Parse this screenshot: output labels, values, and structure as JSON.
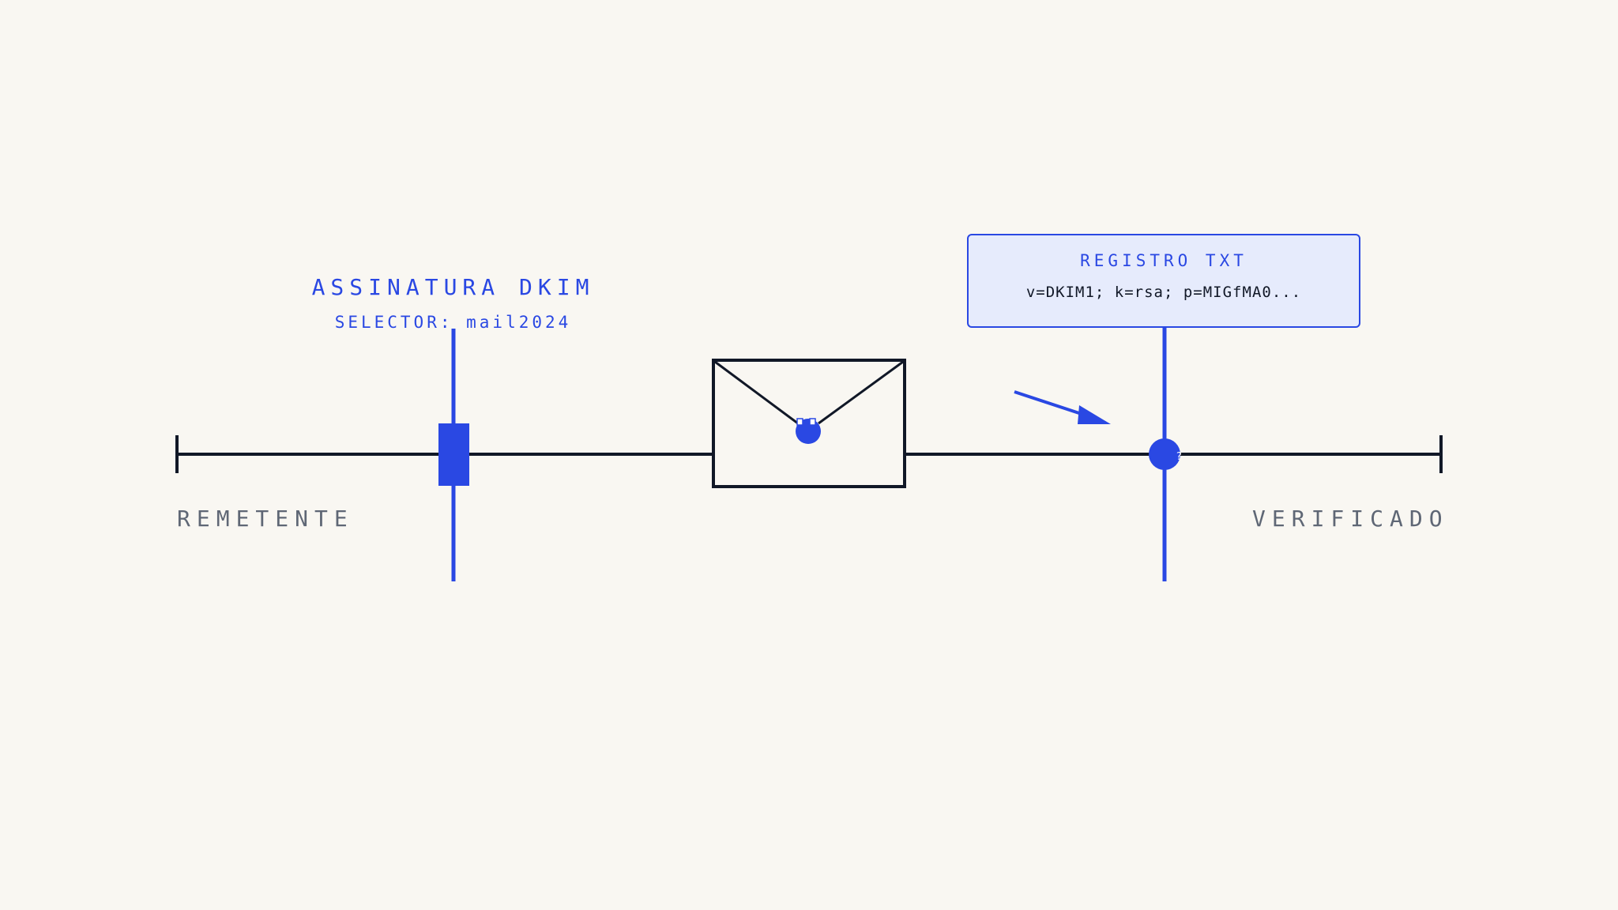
{
  "signature": {
    "title": "ASSINATURA DKIM",
    "selector": "SELECTOR: mail2024"
  },
  "endpoints": {
    "sender": "REMETENTE",
    "verified": "VERIFICADO"
  },
  "txt_record": {
    "title": "REGISTRO TXT",
    "value": "v=DKIM1; k=rsa; p=MIGfMA0..."
  },
  "colors": {
    "accent": "#2a48e3",
    "ink": "#111827",
    "muted": "#5f6775",
    "background": "#f9f7f2",
    "box_fill": "#e6ebfc"
  },
  "icons": {
    "message": "envelope-icon",
    "seal": "seal-icon",
    "check": "verification-node-icon"
  }
}
